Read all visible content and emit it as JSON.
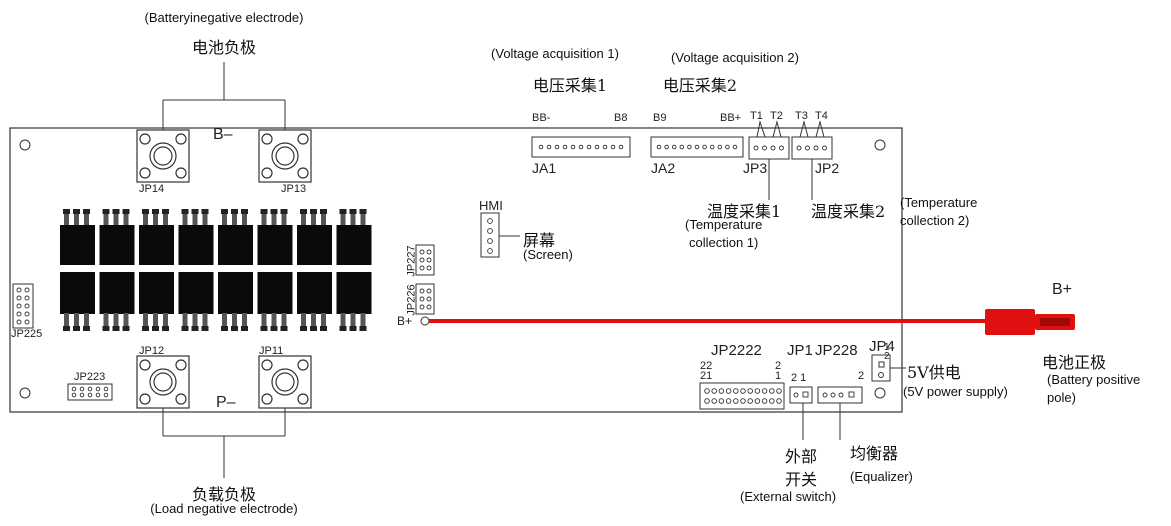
{
  "labels": {
    "battery_negative_en": "(Batteryinegative electrode)",
    "battery_negative_cn": "电池负极",
    "voltage1_en": "(Voltage acquisition 1)",
    "voltage1_cn": "电压采集1",
    "voltage2_en": "(Voltage acquisition 2)",
    "voltage2_cn": "电压采集2",
    "temp1_cn": "温度采集1",
    "temp1_en_l1": "(Temperature",
    "temp1_en_l2": "collection 1)",
    "temp2_cn": "温度采集2",
    "temp2_en_l1": "(Temperature",
    "temp2_en_l2": "collection 2)",
    "screen_cn": "屏幕",
    "screen_en": "(Screen)",
    "battery_positive_cn": "电池正极",
    "battery_positive_en_l1": "(Battery positive",
    "battery_positive_en_l2": "pole)",
    "power5v_cn": "5V供电",
    "power5v_en": "(5V power supply)",
    "equalizer_cn": "均衡器",
    "equalizer_en": "(Equalizer)",
    "ext_switch_cn_l1": "外部",
    "ext_switch_cn_l2": "开关",
    "ext_switch_en": "(External switch)",
    "load_negative_cn": "负载负极",
    "load_negative_en": "(Load negative electrode)"
  },
  "board": {
    "b_minus": "B–",
    "p_minus": "P–",
    "b_plus_pad": "B+",
    "b_plus_wire": "B+",
    "jp14": "JP14",
    "jp13": "JP13",
    "jp12": "JP12",
    "jp11": "JP11",
    "jp225": "JP225",
    "jp223": "JP223",
    "jp226": "JP226",
    "jp227": "JP227",
    "hmi": "HMI",
    "ja1": "JA1",
    "ja2": "JA2",
    "jp3": "JP3",
    "jp2": "JP2",
    "bb_minus": "BB-",
    "b8": "B8",
    "b9": "B9",
    "bb_plus": "BB+",
    "t1": "T1",
    "t2": "T2",
    "t3": "T3",
    "t4": "T4",
    "jp2222": "JP2222",
    "jp1": "JP1",
    "jp228": "JP228",
    "jp4": "JP4",
    "pin22": "22",
    "pin21": "21",
    "pin2a": "2",
    "pin1a": "1",
    "jp1_pins": "2 1",
    "pin2b": "2",
    "pin1b": "1",
    "pin2c": "2"
  },
  "colors": {
    "wire": "#e01010",
    "connector": "#e01010",
    "mosfet": "#0a0a0a",
    "outline": "#333333"
  }
}
